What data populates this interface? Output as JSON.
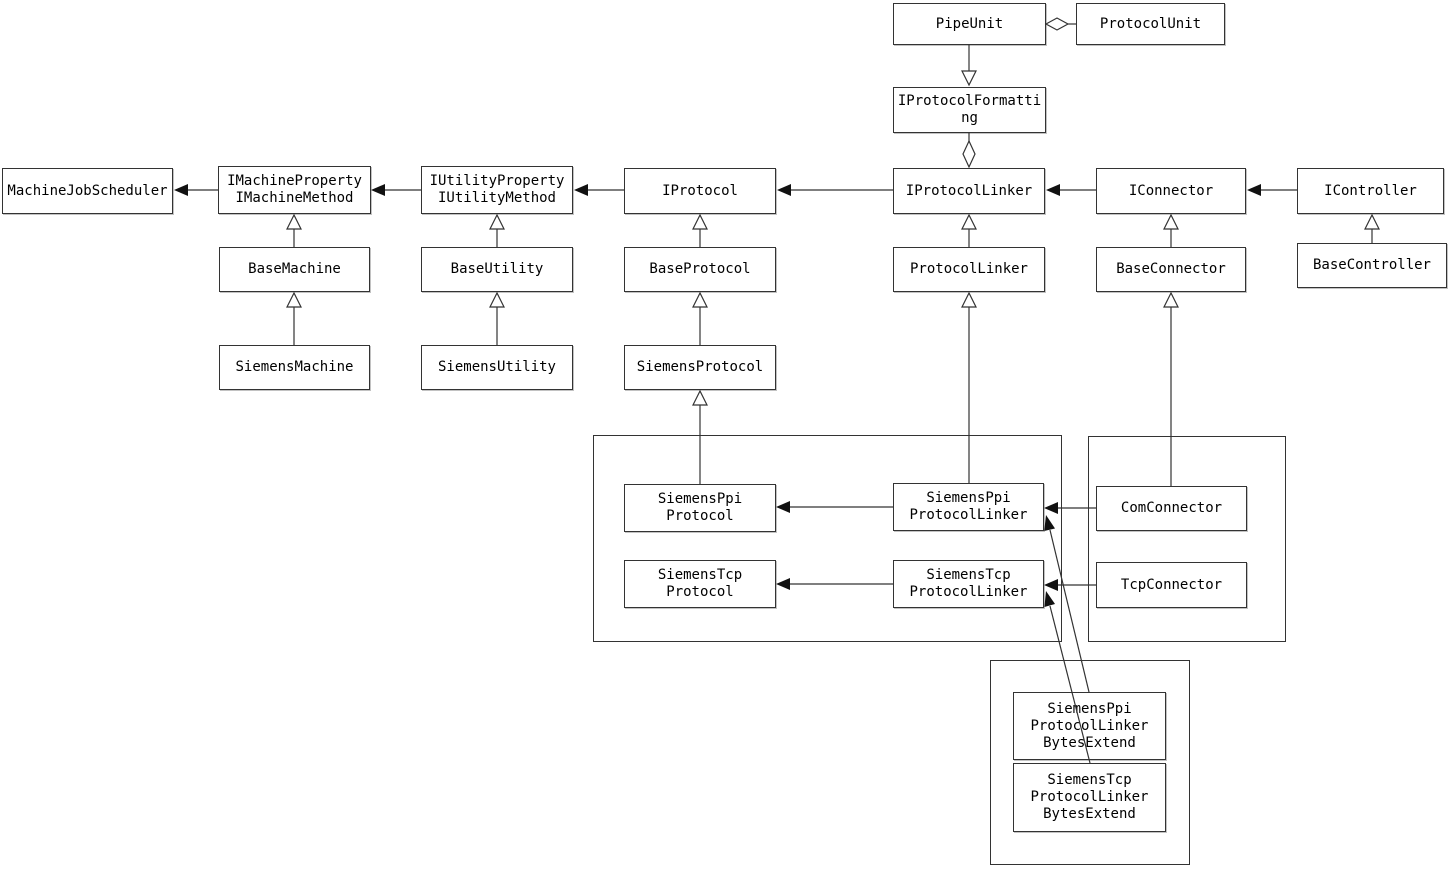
{
  "diagram": {
    "kind": "uml-class-diagram",
    "colors": {
      "background": "#ffffff",
      "line": "#333333",
      "box_fill": "#ffffff",
      "text": "#000000"
    },
    "nodes": {
      "pipe_unit": {
        "label": "PipeUnit"
      },
      "protocol_unit": {
        "label": "ProtocolUnit"
      },
      "iprotocol_formatting": {
        "label": "IProtocolFormatting"
      },
      "machine_job_scheduler": {
        "label": "MachineJobScheduler"
      },
      "imachine": {
        "label": [
          "IMachineProperty",
          "IMachineMethod"
        ]
      },
      "iutility": {
        "label": [
          "IUtilityProperty",
          "IUtilityMethod"
        ]
      },
      "iprotocol": {
        "label": "IProtocol"
      },
      "iprotocol_linker": {
        "label": "IProtocolLinker"
      },
      "iconnector": {
        "label": "IConnector"
      },
      "icontroller": {
        "label": "IController"
      },
      "base_machine": {
        "label": "BaseMachine"
      },
      "base_utility": {
        "label": "BaseUtility"
      },
      "base_protocol": {
        "label": "BaseProtocol"
      },
      "protocol_linker": {
        "label": "ProtocolLinker"
      },
      "base_connector": {
        "label": "BaseConnector"
      },
      "base_controller": {
        "label": "BaseController"
      },
      "siemens_machine": {
        "label": "SiemensMachine"
      },
      "siemens_utility": {
        "label": "SiemensUtility"
      },
      "siemens_protocol": {
        "label": "SiemensProtocol"
      },
      "siemens_ppi_protocol": {
        "label": [
          "SiemensPpi",
          "Protocol"
        ]
      },
      "siemens_tcp_protocol": {
        "label": [
          "SiemensTcp",
          "Protocol"
        ]
      },
      "siemens_ppi_protocol_linker": {
        "label": [
          "SiemensPpi",
          "ProtocolLinker"
        ]
      },
      "siemens_tcp_protocol_linker": {
        "label": [
          "SiemensTcp",
          "ProtocolLinker"
        ]
      },
      "com_connector": {
        "label": "ComConnector"
      },
      "tcp_connector": {
        "label": "TcpConnector"
      },
      "siemens_ppi_protocol_linker_bytes_extend": {
        "label": [
          "SiemensPpi",
          "ProtocolLinker",
          "BytesExtend"
        ]
      },
      "siemens_tcp_protocol_linker_bytes_extend": {
        "label": [
          "SiemensTcp",
          "ProtocolLinker",
          "BytesExtend"
        ]
      }
    },
    "edges": [
      {
        "from": "PipeUnit",
        "to": "ProtocolUnit",
        "type": "aggregation"
      },
      {
        "from": "PipeUnit",
        "to": "IProtocolFormatting",
        "type": "generalization"
      },
      {
        "from": "IProtocolFormatting",
        "to": "IProtocolLinker",
        "type": "aggregation"
      },
      {
        "from": "IMachineProperty IMachineMethod",
        "to": "MachineJobScheduler",
        "type": "association"
      },
      {
        "from": "IUtilityProperty IUtilityMethod",
        "to": "IMachineProperty IMachineMethod",
        "type": "association"
      },
      {
        "from": "IProtocol",
        "to": "IUtilityProperty IUtilityMethod",
        "type": "association"
      },
      {
        "from": "IProtocolLinker",
        "to": "IProtocol",
        "type": "association"
      },
      {
        "from": "IConnector",
        "to": "IProtocolLinker",
        "type": "association"
      },
      {
        "from": "IController",
        "to": "IConnector",
        "type": "association"
      },
      {
        "from": "BaseMachine",
        "to": "IMachineProperty IMachineMethod",
        "type": "generalization"
      },
      {
        "from": "SiemensMachine",
        "to": "BaseMachine",
        "type": "generalization"
      },
      {
        "from": "BaseUtility",
        "to": "IUtilityProperty IUtilityMethod",
        "type": "generalization"
      },
      {
        "from": "SiemensUtility",
        "to": "BaseUtility",
        "type": "generalization"
      },
      {
        "from": "BaseProtocol",
        "to": "IProtocol",
        "type": "generalization"
      },
      {
        "from": "SiemensProtocol",
        "to": "BaseProtocol",
        "type": "generalization"
      },
      {
        "from": "SiemensPpiProtocol",
        "to": "SiemensProtocol",
        "type": "generalization"
      },
      {
        "from": "ProtocolLinker",
        "to": "IProtocolLinker",
        "type": "generalization"
      },
      {
        "from": "SiemensPpiProtocolLinker",
        "to": "ProtocolLinker",
        "type": "generalization"
      },
      {
        "from": "BaseConnector",
        "to": "IConnector",
        "type": "generalization"
      },
      {
        "from": "ComConnector",
        "to": "BaseConnector",
        "type": "generalization"
      },
      {
        "from": "BaseController",
        "to": "IController",
        "type": "generalization"
      },
      {
        "from": "SiemensPpiProtocolLinker",
        "to": "SiemensPpiProtocol",
        "type": "association"
      },
      {
        "from": "SiemensTcpProtocolLinker",
        "to": "SiemensTcpProtocol",
        "type": "association"
      },
      {
        "from": "ComConnector",
        "to": "SiemensPpiProtocolLinker",
        "type": "association"
      },
      {
        "from": "TcpConnector",
        "to": "SiemensTcpProtocolLinker",
        "type": "association"
      },
      {
        "from": "SiemensPpiProtocolLinkerBytesExtend",
        "to": "SiemensPpiProtocolLinker",
        "type": "association"
      },
      {
        "from": "SiemensTcpProtocolLinkerBytesExtend",
        "to": "SiemensTcpProtocolLinker",
        "type": "association"
      }
    ]
  }
}
